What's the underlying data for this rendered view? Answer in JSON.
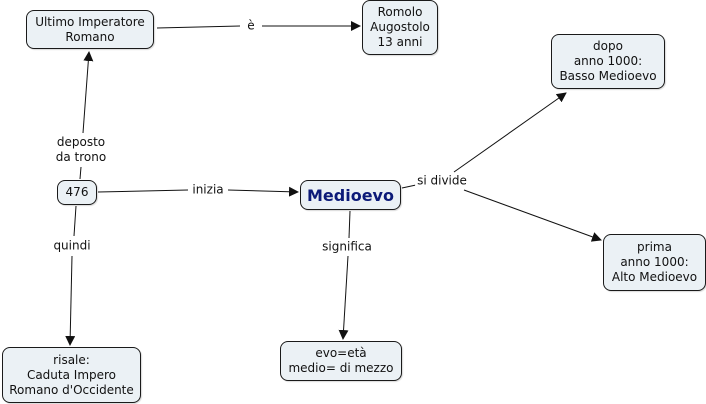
{
  "nodes": {
    "ultimo_imperatore": "Ultimo Imperatore\nRomano",
    "romolo": "Romolo\nAugostolo\n13 anni",
    "basso_medioevo": "dopo\nanno 1000:\nBasso Medioevo",
    "anno_476": "476",
    "medioevo": "Medioevo",
    "alto_medioevo": "prima\nanno 1000:\nAlto Medioevo",
    "caduta_impero": "risale:\nCaduta Impero\nRomano d'Occidente",
    "evo_eta": "evo=età\nmedio= di mezzo"
  },
  "links": {
    "e": "è",
    "deposto": "deposto\nda trono",
    "inizia": "inizia",
    "quindi": "quindi",
    "si_divide": "si divide",
    "significa": "significa"
  },
  "colors": {
    "node_fill": "#ebf1f5",
    "main_text": "#0c1a78",
    "line": "#111111"
  }
}
